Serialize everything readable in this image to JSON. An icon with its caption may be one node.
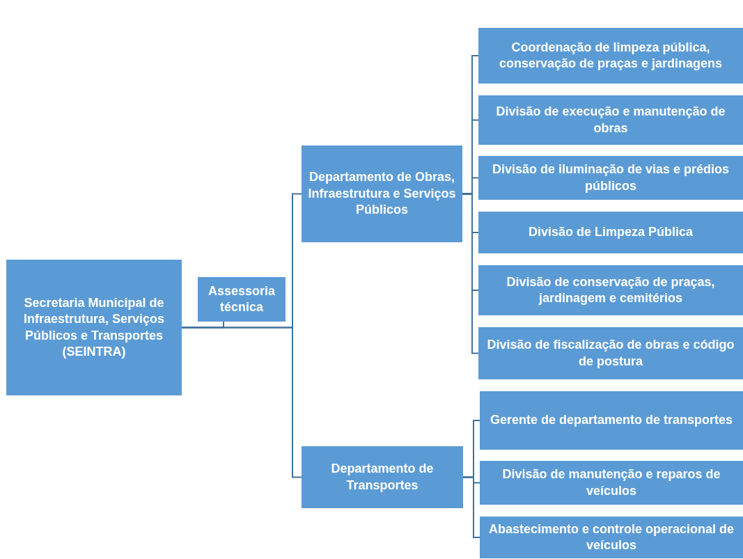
{
  "diagram": {
    "nodes": [
      {
        "text": [
          "Secretaria Municipal de Infraestrutura, Serviços Públicos e Transportes (SEINTRA)"
        ]
      },
      {
        "text": [
          "Assessoria técnica"
        ]
      },
      {
        "text": [
          "Departamento de Obras, Infraestrutura e Serviços Públicos"
        ]
      },
      {
        "text": [
          "Coordenação de limpeza pública, conservação de praças e jardinagens"
        ]
      },
      {
        "text": [
          "Divisão de execução e manutenção de obras"
        ]
      },
      {
        "text": [
          "Divisão de iluminação de vias e prédios públicos"
        ]
      },
      {
        "text": [
          "Divisão de Limpeza Pública"
        ]
      },
      {
        "text": [
          "Divisão de conservação de praças, jardinagem e cemitérios"
        ]
      },
      {
        "text": [
          "Divisão de fiscalização de obras e código de postura"
        ]
      },
      {
        "text": [
          "Departamento de Transportes"
        ]
      },
      {
        "text": [
          "Gerente de departamento de transportes"
        ]
      },
      {
        "text": [
          "Divisão de manutenção e reparos de veículos"
        ]
      },
      {
        "text": [
          "Abastecimento e controle operacional de veículos"
        ]
      }
    ],
    "edges": [
      {
        "from": 0,
        "to": 1,
        "arrow": "none"
      },
      {
        "from": 0,
        "to": 2,
        "arrow": "none"
      },
      {
        "from": 0,
        "to": 9,
        "arrow": "none"
      },
      {
        "from": 2,
        "to": 3,
        "arrow": "none"
      },
      {
        "from": 2,
        "to": 4,
        "arrow": "none"
      },
      {
        "from": 2,
        "to": 5,
        "arrow": "none"
      },
      {
        "from": 2,
        "to": 6,
        "arrow": "none"
      },
      {
        "from": 2,
        "to": 7,
        "arrow": "none"
      },
      {
        "from": 2,
        "to": 8,
        "arrow": "none"
      },
      {
        "from": 9,
        "to": 10,
        "arrow": "none"
      },
      {
        "from": 9,
        "to": 11,
        "arrow": "none"
      },
      {
        "from": 9,
        "to": 12,
        "arrow": "none"
      }
    ]
  }
}
